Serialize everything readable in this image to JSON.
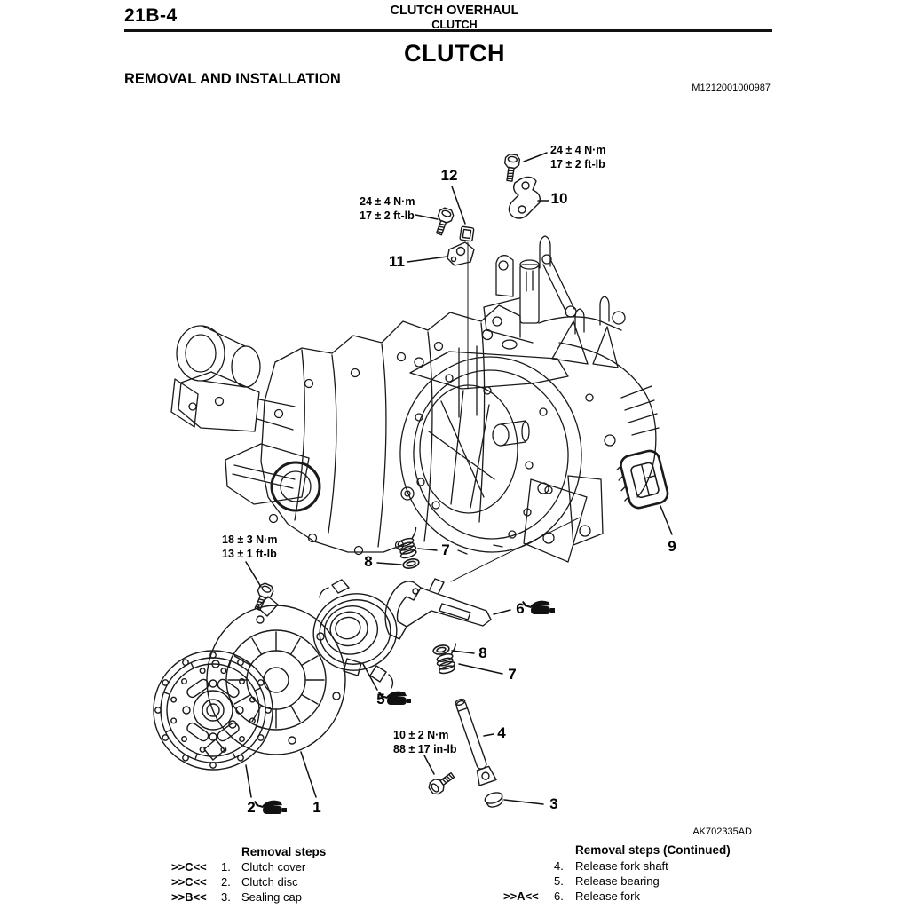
{
  "header": {
    "page_code": "21B-4",
    "chapter": "CLUTCH OVERHAUL",
    "section": "CLUTCH"
  },
  "title": "CLUTCH",
  "subtitle": "REMOVAL AND INSTALLATION",
  "doc_number": "M1212001000987",
  "figure_code": "AK702335AD",
  "diagram": {
    "torque_labels": [
      {
        "metric": "24 ± 4 N·m",
        "imperial": "17 ± 2 ft-lb"
      },
      {
        "metric": "24 ± 4 N·m",
        "imperial": "17 ± 2 ft-lb"
      },
      {
        "metric": "18 ± 3 N·m",
        "imperial": "13 ± 1 ft-lb"
      },
      {
        "metric": "10 ± 2 N·m",
        "imperial": "88 ± 17 in-lb"
      }
    ],
    "callouts": [
      {
        "n": "1"
      },
      {
        "n": "2"
      },
      {
        "n": "3"
      },
      {
        "n": "4"
      },
      {
        "n": "5"
      },
      {
        "n": "6"
      },
      {
        "n": "7"
      },
      {
        "n": "7"
      },
      {
        "n": "8"
      },
      {
        "n": "8"
      },
      {
        "n": "9"
      },
      {
        "n": "10"
      },
      {
        "n": "11"
      },
      {
        "n": "12"
      }
    ]
  },
  "removal_steps": {
    "left": {
      "heading": "Removal steps",
      "items": [
        {
          "marker": ">>C<<",
          "num": "1.",
          "label": "Clutch cover"
        },
        {
          "marker": ">>C<<",
          "num": "2.",
          "label": "Clutch disc"
        },
        {
          "marker": ">>B<<",
          "num": "3.",
          "label": "Sealing cap"
        }
      ]
    },
    "right": {
      "heading": "Removal steps (Continued)",
      "items": [
        {
          "marker": "",
          "num": "4.",
          "label": "Release fork shaft"
        },
        {
          "marker": "",
          "num": "5.",
          "label": "Release bearing"
        },
        {
          "marker": ">>A<<",
          "num": "6.",
          "label": "Release fork"
        }
      ]
    }
  }
}
